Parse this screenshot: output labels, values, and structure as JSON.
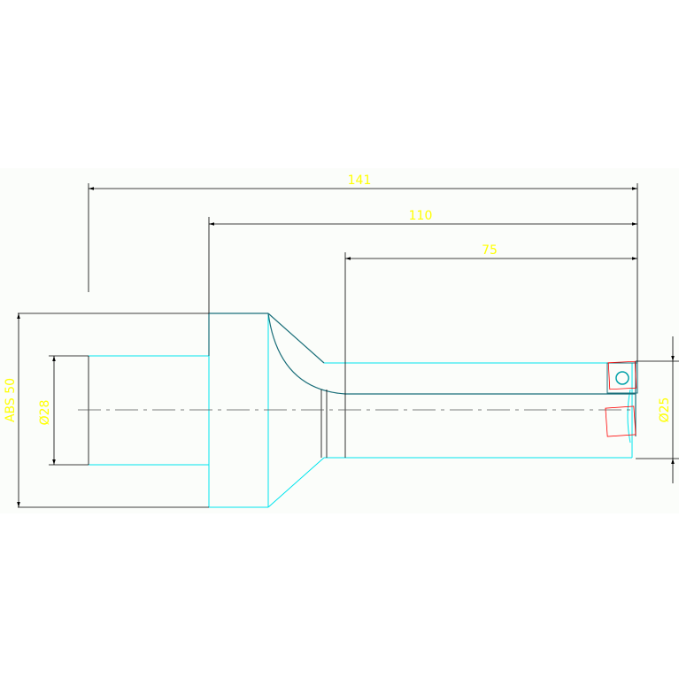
{
  "drawing": {
    "dimensions": {
      "overall_length": "141",
      "mid_length": "110",
      "tip_length": "75",
      "height": "ABS 50",
      "inner_diameter": "Ø28",
      "tip_diameter": "Ø25"
    },
    "colors": {
      "dimension_text": "#ffff00",
      "dimension_line": "#000000",
      "outline_cyan": "#00e5ee",
      "outline_teal": "#1b6f7a",
      "center_line": "#555555",
      "highlight_red": "#ff0000",
      "background_band": "#fbfdfa"
    }
  }
}
